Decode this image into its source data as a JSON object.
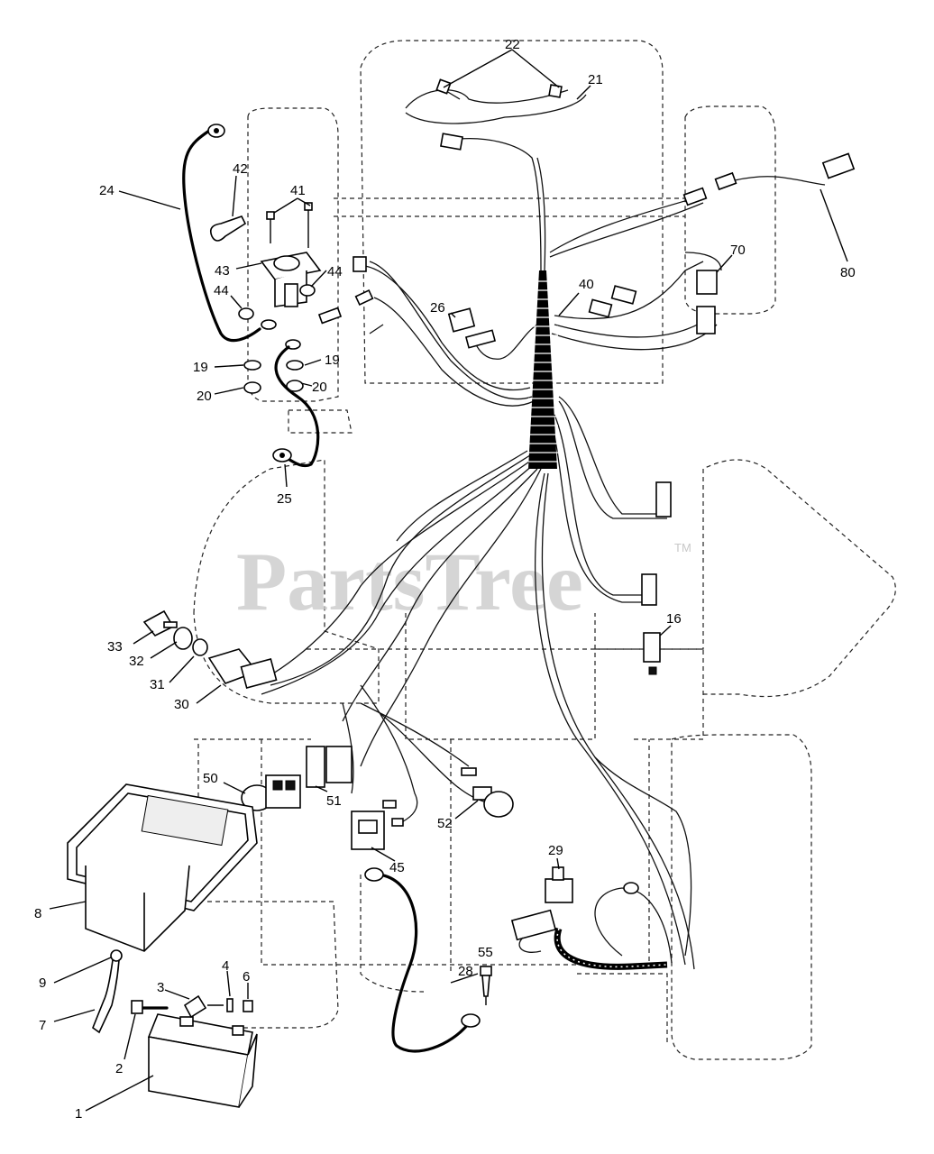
{
  "watermark": {
    "text": "PartsTree",
    "trademark": "TM"
  },
  "callouts": [
    {
      "id": "c1",
      "label": "1"
    },
    {
      "id": "c2",
      "label": "2"
    },
    {
      "id": "c3",
      "label": "3"
    },
    {
      "id": "c4",
      "label": "4"
    },
    {
      "id": "c6",
      "label": "6"
    },
    {
      "id": "c7",
      "label": "7"
    },
    {
      "id": "c8",
      "label": "8"
    },
    {
      "id": "c9",
      "label": "9"
    },
    {
      "id": "c16",
      "label": "16"
    },
    {
      "id": "c19a",
      "label": "19"
    },
    {
      "id": "c19b",
      "label": "19"
    },
    {
      "id": "c20a",
      "label": "20"
    },
    {
      "id": "c20b",
      "label": "20"
    },
    {
      "id": "c21",
      "label": "21"
    },
    {
      "id": "c22",
      "label": "22"
    },
    {
      "id": "c24",
      "label": "24"
    },
    {
      "id": "c25",
      "label": "25"
    },
    {
      "id": "c26",
      "label": "26"
    },
    {
      "id": "c28",
      "label": "28"
    },
    {
      "id": "c29",
      "label": "29"
    },
    {
      "id": "c30",
      "label": "30"
    },
    {
      "id": "c31",
      "label": "31"
    },
    {
      "id": "c32",
      "label": "32"
    },
    {
      "id": "c33",
      "label": "33"
    },
    {
      "id": "c40",
      "label": "40"
    },
    {
      "id": "c41",
      "label": "41"
    },
    {
      "id": "c42",
      "label": "42"
    },
    {
      "id": "c43",
      "label": "43"
    },
    {
      "id": "c44a",
      "label": "44"
    },
    {
      "id": "c44b",
      "label": "44"
    },
    {
      "id": "c45",
      "label": "45"
    },
    {
      "id": "c50",
      "label": "50"
    },
    {
      "id": "c51",
      "label": "51"
    },
    {
      "id": "c52",
      "label": "52"
    },
    {
      "id": "c55",
      "label": "55"
    },
    {
      "id": "c70",
      "label": "70"
    },
    {
      "id": "c80",
      "label": "80"
    }
  ]
}
